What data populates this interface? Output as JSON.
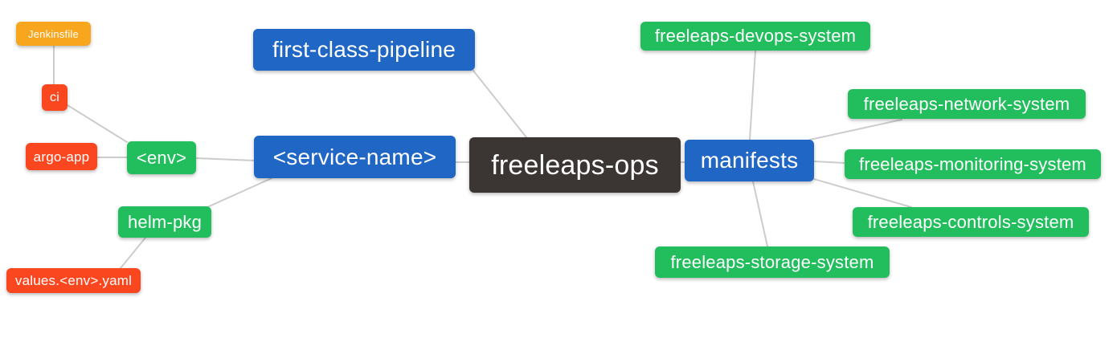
{
  "diagram": {
    "type": "mindmap",
    "colors": {
      "root_bg": "#3b3634",
      "branch_bg": "#2066c4",
      "leaf_green_bg": "#22be5d",
      "leaf_red_bg": "#fb471f",
      "leaf_orange_bg": "#f9a61f",
      "edge": "#cccccc",
      "text": "#ffffff"
    },
    "nodes": {
      "root": {
        "label": "freeleaps-ops"
      },
      "pipeline": {
        "label": "first-class-pipeline"
      },
      "service": {
        "label": "<service-name>"
      },
      "manifests": {
        "label": "manifests"
      },
      "env": {
        "label": "<env>"
      },
      "helm": {
        "label": "helm-pkg"
      },
      "ci": {
        "label": "ci"
      },
      "argo": {
        "label": "argo-app"
      },
      "values": {
        "label": "values.<env>.yaml"
      },
      "jenkinsfile": {
        "label": "Jenkinsfile"
      },
      "devops": {
        "label": "freeleaps-devops-system"
      },
      "network": {
        "label": "freeleaps-network-system"
      },
      "monitoring": {
        "label": "freeleaps-monitoring-system"
      },
      "controls": {
        "label": "freeleaps-controls-system"
      },
      "storage": {
        "label": "freeleaps-storage-system"
      }
    },
    "edges": [
      [
        "Jenkinsfile",
        "ci"
      ],
      [
        "ci",
        "<env>"
      ],
      [
        "argo-app",
        "<env>"
      ],
      [
        "<env>",
        "<service-name>"
      ],
      [
        "helm-pkg",
        "<service-name>"
      ],
      [
        "values.<env>.yaml",
        "helm-pkg"
      ],
      [
        "<service-name>",
        "freeleaps-ops"
      ],
      [
        "first-class-pipeline",
        "freeleaps-ops"
      ],
      [
        "freeleaps-ops",
        "manifests"
      ],
      [
        "manifests",
        "freeleaps-devops-system"
      ],
      [
        "manifests",
        "freeleaps-network-system"
      ],
      [
        "manifests",
        "freeleaps-monitoring-system"
      ],
      [
        "manifests",
        "freeleaps-controls-system"
      ],
      [
        "manifests",
        "freeleaps-storage-system"
      ]
    ]
  }
}
